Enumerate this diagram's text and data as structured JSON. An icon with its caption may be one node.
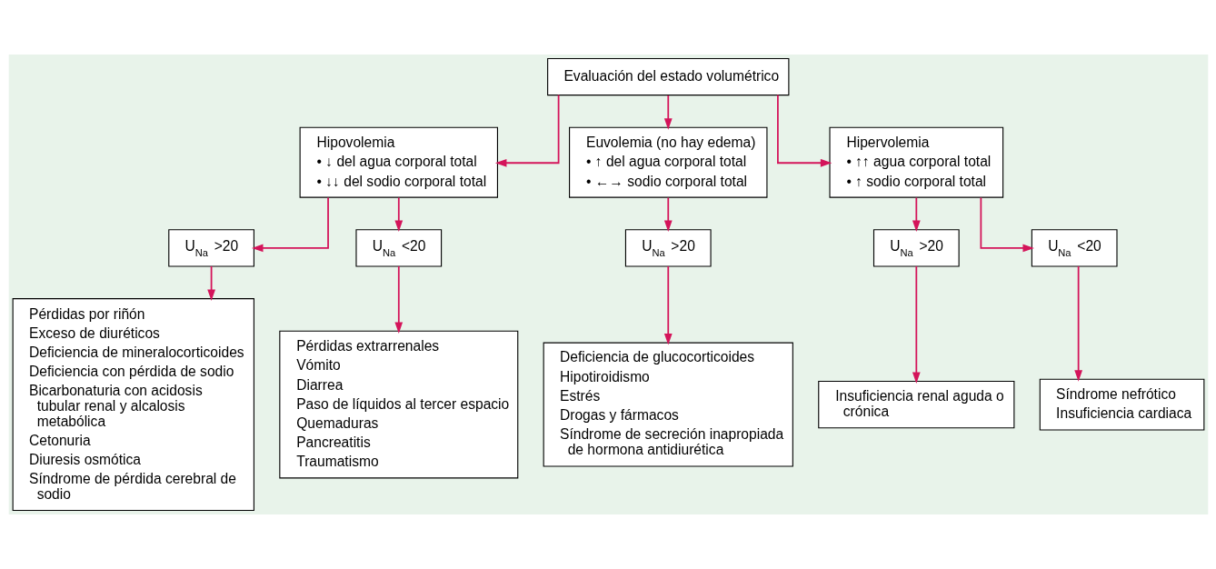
{
  "diagram": {
    "nodes": [
      {
        "text": [
          "Evaluación del estado volumétrico"
        ]
      },
      {
        "text": [
          "Hipovolemia",
          "• ↓ del agua corporal total",
          "• ↓↓ del sodio corporal total"
        ]
      },
      {
        "text": [
          "Euvolemia (no hay edema)",
          "• ↑ del agua corporal total",
          "• ←→ sodio corporal total"
        ]
      },
      {
        "text": [
          "Hipervolemia",
          "• ↑↑ agua corporal total",
          "• ↑ sodio corporal total"
        ]
      },
      {
        "text": [
          "U$_{Na}$ >20"
        ]
      },
      {
        "text": [
          "U$_{Na}$ <20"
        ]
      },
      {
        "text": [
          "U$_{Na}$ >20"
        ]
      },
      {
        "text": [
          "U$_{Na}$ >20"
        ]
      },
      {
        "text": [
          "U$_{Na}$ <20"
        ]
      },
      {
        "text": [
          "Pérdidas por riñón",
          "Exceso de diuréticos",
          "Deficiencia de mineralocorticoides",
          "Deficiencia con pérdida de sodio",
          "Bicarbonaturia con acidosis tubular renal y alcalosis metabólica",
          "Cetonuria",
          "Diuresis osmótica",
          "Síndrome de pérdida cerebral de sodio"
        ]
      },
      {
        "text": [
          "Pérdidas extrarrenales",
          "Vómito",
          "Diarrea",
          "Paso de líquidos al tercer espacio",
          "Quemaduras",
          "Pancreatitis",
          "Traumatismo"
        ]
      },
      {
        "text": [
          "Deficiencia de glucocorticoides",
          "Hipotiroidismo",
          "Estrés",
          "Drogas y fármacos",
          "Síndrome de secreción inapropiada de hormona antidiurética"
        ]
      },
      {
        "text": [
          "Insuficiencia renal aguda o crónica"
        ]
      },
      {
        "text": [
          "Síndrome nefrótico",
          "Insuficiencia cardiaca"
        ]
      }
    ],
    "edges": [
      {
        "from": 0,
        "to": 1,
        "arrow": "to"
      },
      {
        "from": 0,
        "to": 2,
        "arrow": "to"
      },
      {
        "from": 0,
        "to": 3,
        "arrow": "to"
      },
      {
        "from": 1,
        "to": 4,
        "arrow": "to"
      },
      {
        "from": 1,
        "to": 5,
        "arrow": "to"
      },
      {
        "from": 2,
        "to": 6,
        "arrow": "to"
      },
      {
        "from": 3,
        "to": 7,
        "arrow": "to"
      },
      {
        "from": 3,
        "to": 8,
        "arrow": "to"
      },
      {
        "from": 4,
        "to": 9,
        "arrow": "to"
      },
      {
        "from": 5,
        "to": 10,
        "arrow": "to"
      },
      {
        "from": 6,
        "to": 11,
        "arrow": "to"
      },
      {
        "from": 7,
        "to": 12,
        "arrow": "to"
      },
      {
        "from": 8,
        "to": 13,
        "arrow": "to"
      }
    ]
  }
}
